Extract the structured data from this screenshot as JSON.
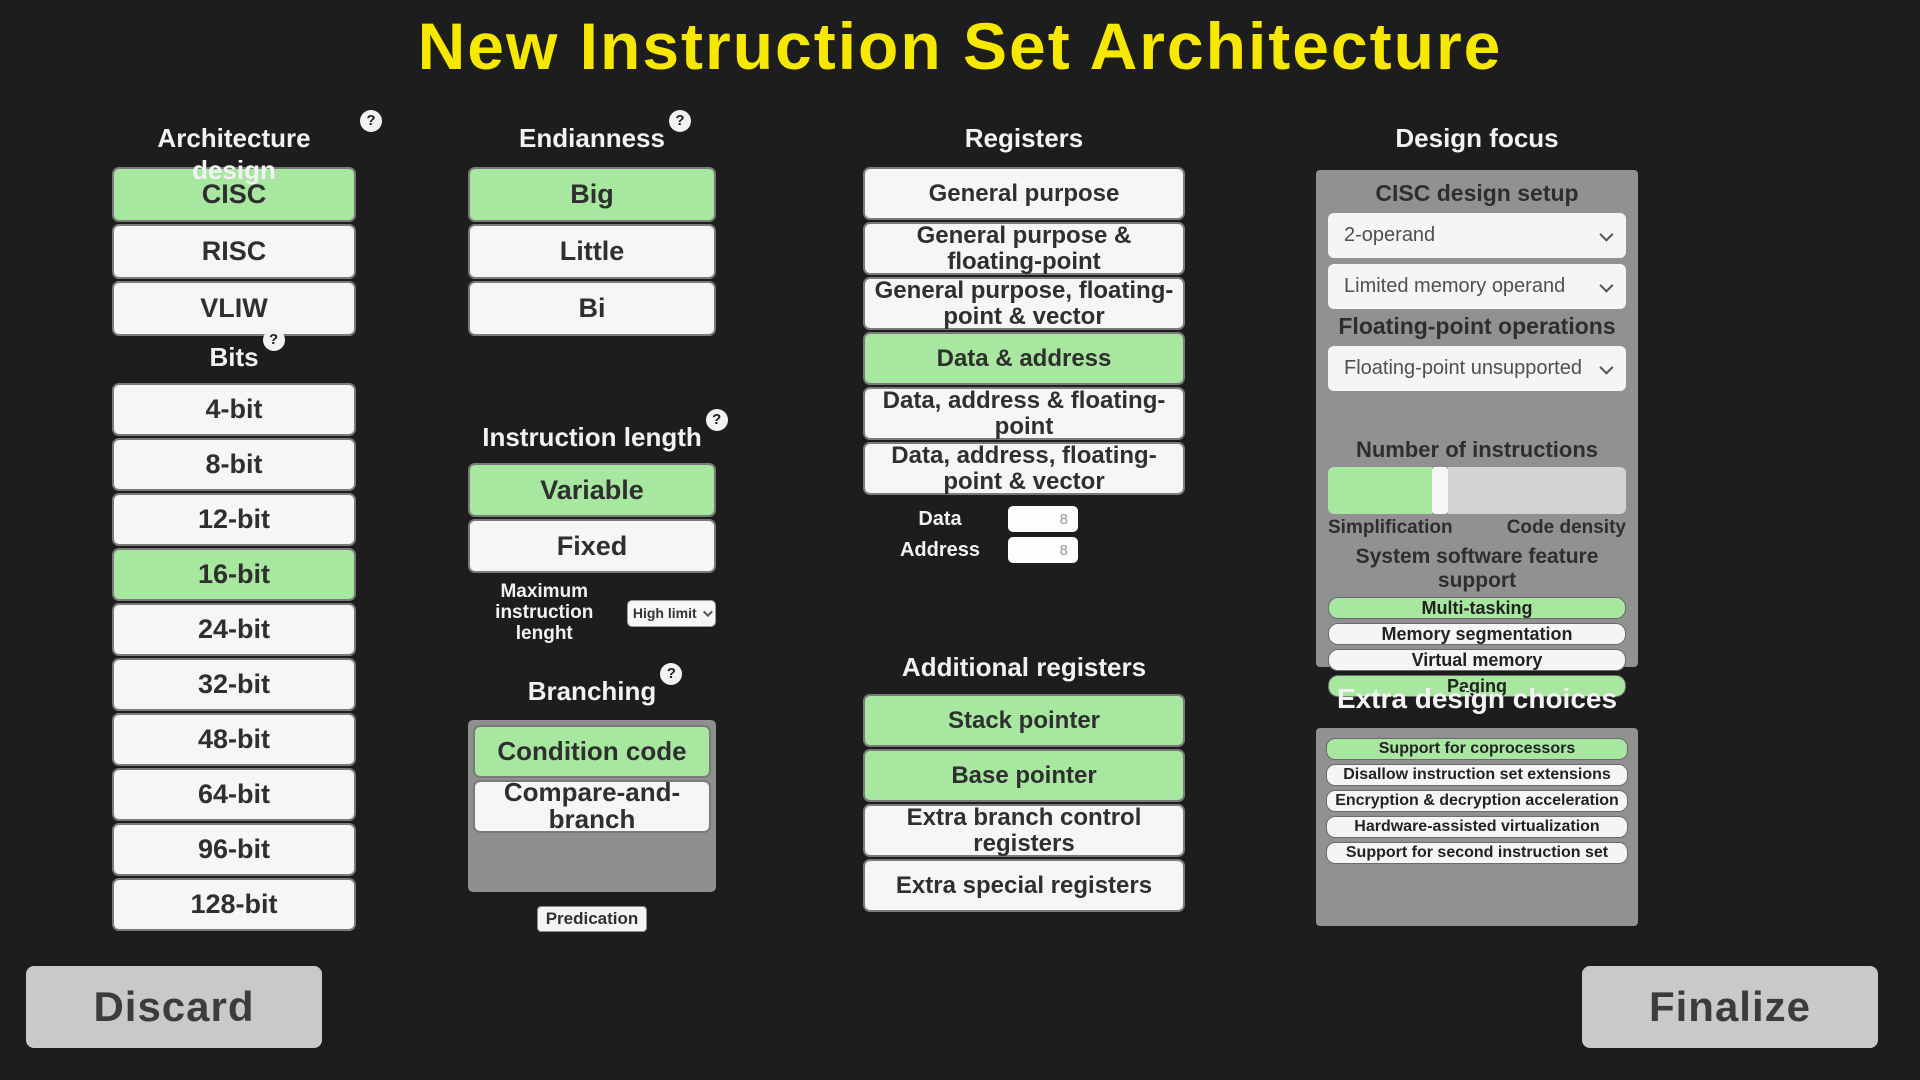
{
  "title": "New Instruction Set Architecture",
  "help_icon": "?",
  "colors": {
    "accent_green": "#a7e7a0",
    "title_yellow": "#f6e800",
    "panel_gray": "#919191"
  },
  "sections": {
    "architecture_design": {
      "header": "Architecture design",
      "options": [
        {
          "label": "CISC",
          "selected": true
        },
        {
          "label": "RISC",
          "selected": false
        },
        {
          "label": "VLIW",
          "selected": false
        }
      ]
    },
    "bits": {
      "header": "Bits",
      "options": [
        {
          "label": "4-bit",
          "selected": false
        },
        {
          "label": "8-bit",
          "selected": false
        },
        {
          "label": "12-bit",
          "selected": false
        },
        {
          "label": "16-bit",
          "selected": true
        },
        {
          "label": "24-bit",
          "selected": false
        },
        {
          "label": "32-bit",
          "selected": false
        },
        {
          "label": "48-bit",
          "selected": false
        },
        {
          "label": "64-bit",
          "selected": false
        },
        {
          "label": "96-bit",
          "selected": false
        },
        {
          "label": "128-bit",
          "selected": false
        }
      ]
    },
    "endianness": {
      "header": "Endianness",
      "options": [
        {
          "label": "Big",
          "selected": true
        },
        {
          "label": "Little",
          "selected": false
        },
        {
          "label": "Bi",
          "selected": false
        }
      ]
    },
    "instruction_length": {
      "header": "Instruction length",
      "options": [
        {
          "label": "Variable",
          "selected": true
        },
        {
          "label": "Fixed",
          "selected": false
        }
      ],
      "max_length_label_line1": "Maximum",
      "max_length_label_line2": "instruction lenght",
      "max_length_value": "High limit"
    },
    "branching": {
      "header": "Branching",
      "options": [
        {
          "label": "Condition code",
          "selected": true
        },
        {
          "label": "Compare-and-branch",
          "selected": false
        }
      ],
      "extra_option": "Predication"
    },
    "registers": {
      "header": "Registers",
      "options": [
        {
          "label": "General purpose",
          "selected": false
        },
        {
          "label": "General purpose & floating-point",
          "selected": false
        },
        {
          "label": "General purpose, floating-point & vector",
          "selected": false
        },
        {
          "label": "Data & address",
          "selected": true
        },
        {
          "label": "Data, address & floating-point",
          "selected": false
        },
        {
          "label": "Data, address, floating-point & vector",
          "selected": false
        }
      ],
      "data_label": "Data",
      "data_value": "8",
      "address_label": "Address",
      "address_value": "8"
    },
    "additional_registers": {
      "header": "Additional registers",
      "options": [
        {
          "label": "Stack pointer",
          "selected": true
        },
        {
          "label": "Base pointer",
          "selected": true
        },
        {
          "label": "Extra branch control registers",
          "selected": false
        },
        {
          "label": "Extra special registers",
          "selected": false
        }
      ]
    },
    "design_focus": {
      "header": "Design focus",
      "cisc_setup_label": "CISC design setup",
      "operand_select_value": "2-operand",
      "memory_operand_select_value": "Limited memory operand",
      "fp_label": "Floating-point operations",
      "fp_select_value": "Floating-point unsupported",
      "instructions_label": "Number of instructions",
      "slider_percent": 35,
      "slider_left_label": "Simplification",
      "slider_right_label": "Code density",
      "system_software_label": "System software feature support",
      "features": [
        {
          "label": "Multi-tasking",
          "selected": true
        },
        {
          "label": "Memory segmentation",
          "selected": false
        },
        {
          "label": "Virtual memory",
          "selected": false
        },
        {
          "label": "Paging",
          "selected": true
        }
      ]
    },
    "extra_design": {
      "header": "Extra design choices",
      "options": [
        {
          "label": "Support for coprocessors",
          "selected": true
        },
        {
          "label": "Disallow instruction set extensions",
          "selected": false
        },
        {
          "label": "Encryption & decryption acceleration",
          "selected": false
        },
        {
          "label": "Hardware-assisted virtualization",
          "selected": false
        },
        {
          "label": "Support for second instruction set",
          "selected": false
        }
      ]
    }
  },
  "footer": {
    "discard": "Discard",
    "finalize": "Finalize"
  }
}
